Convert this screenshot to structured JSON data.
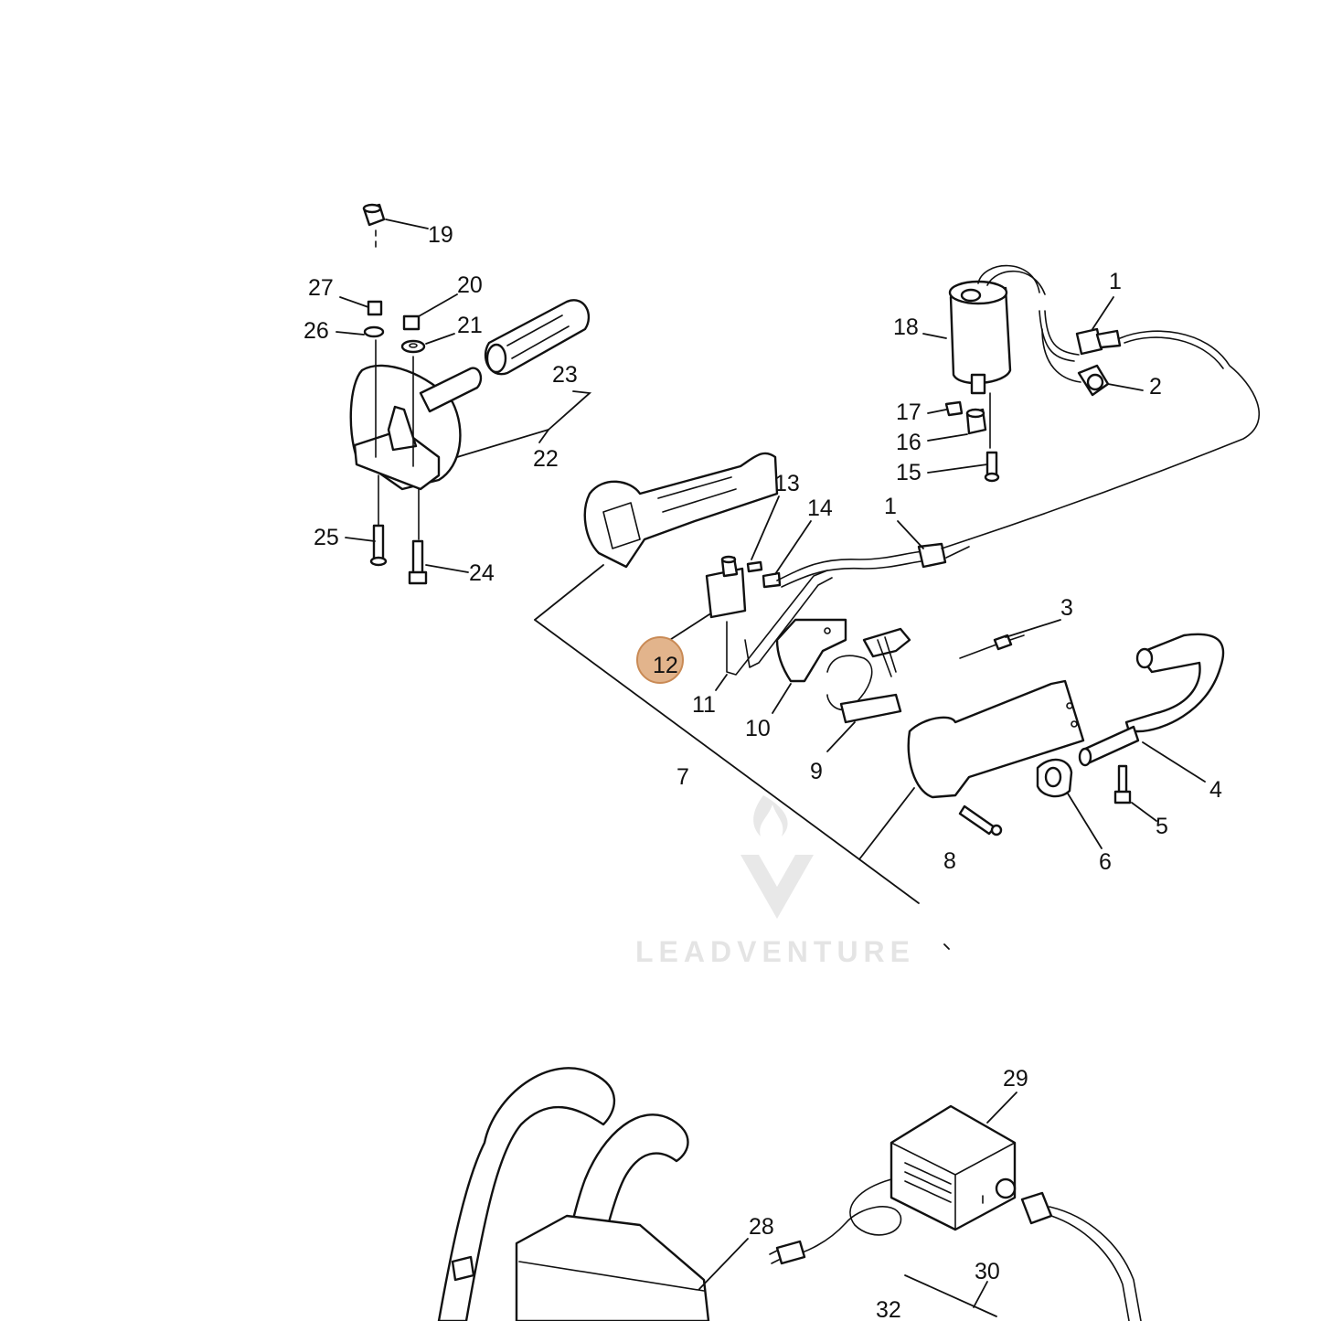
{
  "diagram": {
    "callouts": [
      {
        "id": "19",
        "label": "19"
      },
      {
        "id": "27",
        "label": "27"
      },
      {
        "id": "20",
        "label": "20"
      },
      {
        "id": "26",
        "label": "26"
      },
      {
        "id": "21",
        "label": "21"
      },
      {
        "id": "23",
        "label": "23"
      },
      {
        "id": "22",
        "label": "22"
      },
      {
        "id": "25",
        "label": "25"
      },
      {
        "id": "24",
        "label": "24"
      },
      {
        "id": "1a",
        "label": "1"
      },
      {
        "id": "18",
        "label": "18"
      },
      {
        "id": "2",
        "label": "2"
      },
      {
        "id": "17",
        "label": "17"
      },
      {
        "id": "16",
        "label": "16"
      },
      {
        "id": "15",
        "label": "15"
      },
      {
        "id": "13",
        "label": "13"
      },
      {
        "id": "14",
        "label": "14"
      },
      {
        "id": "1b",
        "label": "1"
      },
      {
        "id": "3",
        "label": "3"
      },
      {
        "id": "12",
        "label": "12"
      },
      {
        "id": "11",
        "label": "11"
      },
      {
        "id": "10",
        "label": "10"
      },
      {
        "id": "9",
        "label": "9"
      },
      {
        "id": "7",
        "label": "7"
      },
      {
        "id": "4",
        "label": "4"
      },
      {
        "id": "5",
        "label": "5"
      },
      {
        "id": "6",
        "label": "6"
      },
      {
        "id": "8",
        "label": "8"
      },
      {
        "id": "29",
        "label": "29"
      },
      {
        "id": "28",
        "label": "28"
      },
      {
        "id": "30",
        "label": "30"
      },
      {
        "id": "32",
        "label": "32"
      }
    ],
    "highlighted_callout": "12",
    "highlight_color": "#e2b48c",
    "highlight_border": "#c98a55",
    "watermark": "LEADVENTURE"
  }
}
